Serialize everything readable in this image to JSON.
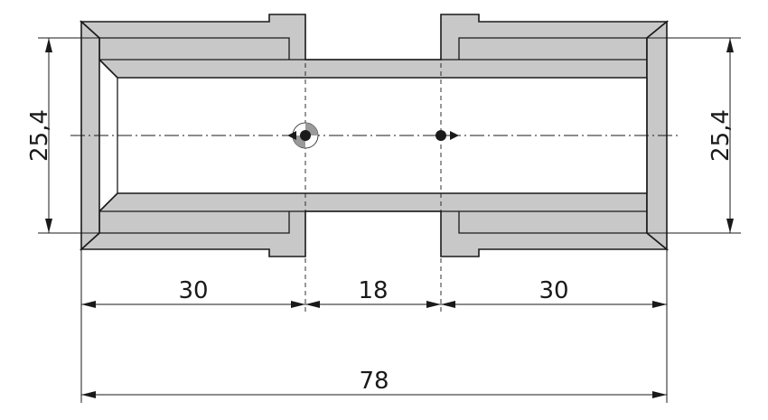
{
  "drawing": {
    "dimensions": {
      "left_diameter": "25,4",
      "right_diameter": "25,4",
      "left_length": "30",
      "middle_length": "18",
      "right_length": "30",
      "total_length": "78"
    },
    "colors": {
      "line": "#1a1a1a",
      "section_fill": "#c8c8c8",
      "background": "#ffffff"
    }
  }
}
